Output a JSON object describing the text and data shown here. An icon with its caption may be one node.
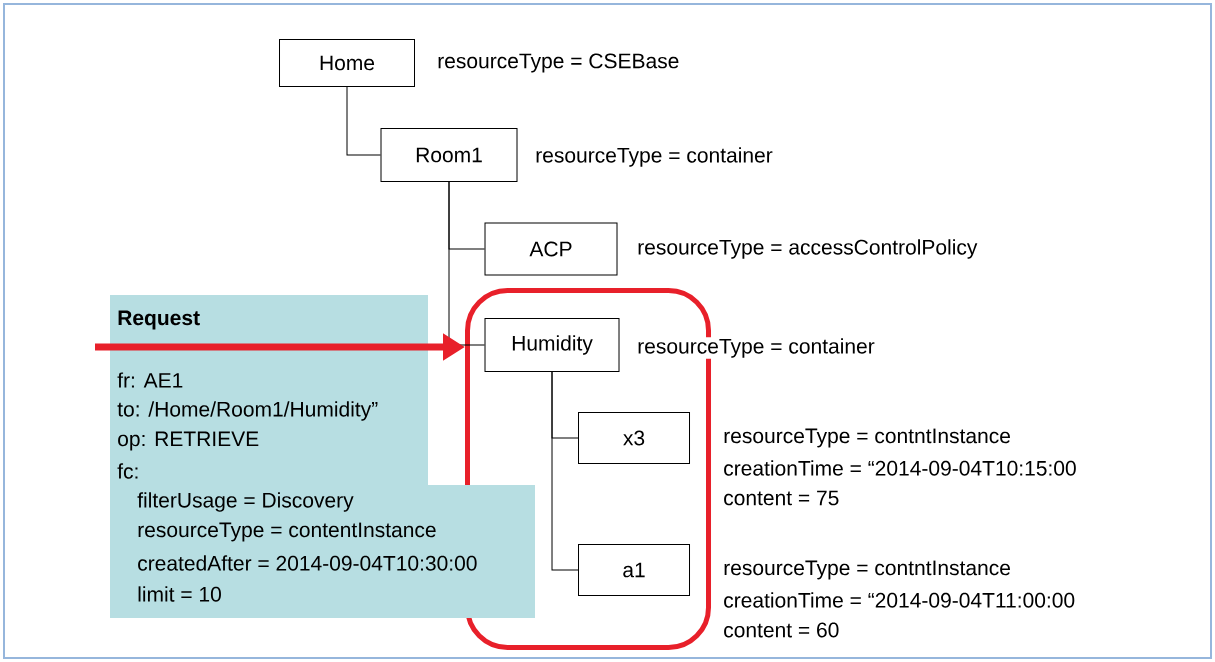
{
  "diagram": {
    "nodes": [
      {
        "text": [
          "Home"
        ],
        "beside": [
          "resourceType = CSEBase"
        ]
      },
      {
        "text": [
          "Room1"
        ],
        "beside": [
          "resourceType = container"
        ]
      },
      {
        "text": [
          "ACP"
        ],
        "beside": [
          "resourceType = accessControlPolicy"
        ]
      },
      {
        "text": [],
        "shape": "box"
      },
      {
        "text": [
          "Humidity"
        ],
        "in": 3,
        "beside": [
          "resourceType = container"
        ]
      },
      {
        "text": [
          "x3"
        ],
        "in": 3,
        "beside": [
          "resourceType = contntInstance",
          "creationTime = “2014-09-04T10:15:00",
          "content = 75"
        ]
      },
      {
        "text": [
          "a1"
        ],
        "in": 3,
        "beside": [
          "resourceType = contntInstance",
          "creationTime = “2014-09-04T11:00:00",
          "content = 60"
        ]
      },
      {
        "text": [
          "Request",
          "fr: AE1",
          "to: /Home/Room1/Humidity”",
          "op: RETRIEVE",
          "fc:",
          "filterUsage = Discovery",
          "resourceType = contentInstance",
          "createdAfter = 2014-09-04T10:30:00",
          "limit = 10"
        ]
      }
    ],
    "edges": [
      {
        "from": 0,
        "to": 1,
        "arrow": "none"
      },
      {
        "from": 1,
        "to": 2,
        "arrow": "none"
      },
      {
        "from": 1,
        "to": 4,
        "arrow": "none"
      },
      {
        "from": 4,
        "to": 5,
        "arrow": "none"
      },
      {
        "from": 4,
        "to": 6,
        "arrow": "none"
      },
      {
        "from": null,
        "to": 3,
        "arrow": "to",
        "style": "thick",
        "color": "#e8202a"
      }
    ]
  }
}
